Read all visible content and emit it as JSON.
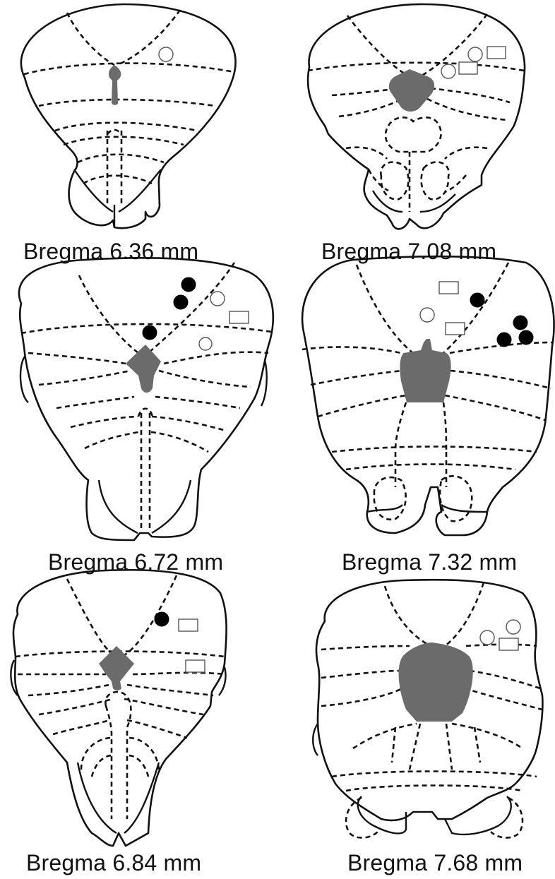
{
  "panels": [
    {
      "caption": "Bregma 6.36 mm"
    },
    {
      "caption": "Bregma 7.08 mm"
    },
    {
      "caption": "Bregma 6.72 mm"
    },
    {
      "caption": "Bregma 7.32 mm"
    },
    {
      "caption": "Bregma 6.84 mm"
    },
    {
      "caption": "Bregma 7.68 mm"
    }
  ],
  "colors": {
    "outline": "#111111",
    "central_canal_fill": "#6b6b6b",
    "filled_marker": "#000000",
    "open_marker_stroke": "#555555"
  }
}
